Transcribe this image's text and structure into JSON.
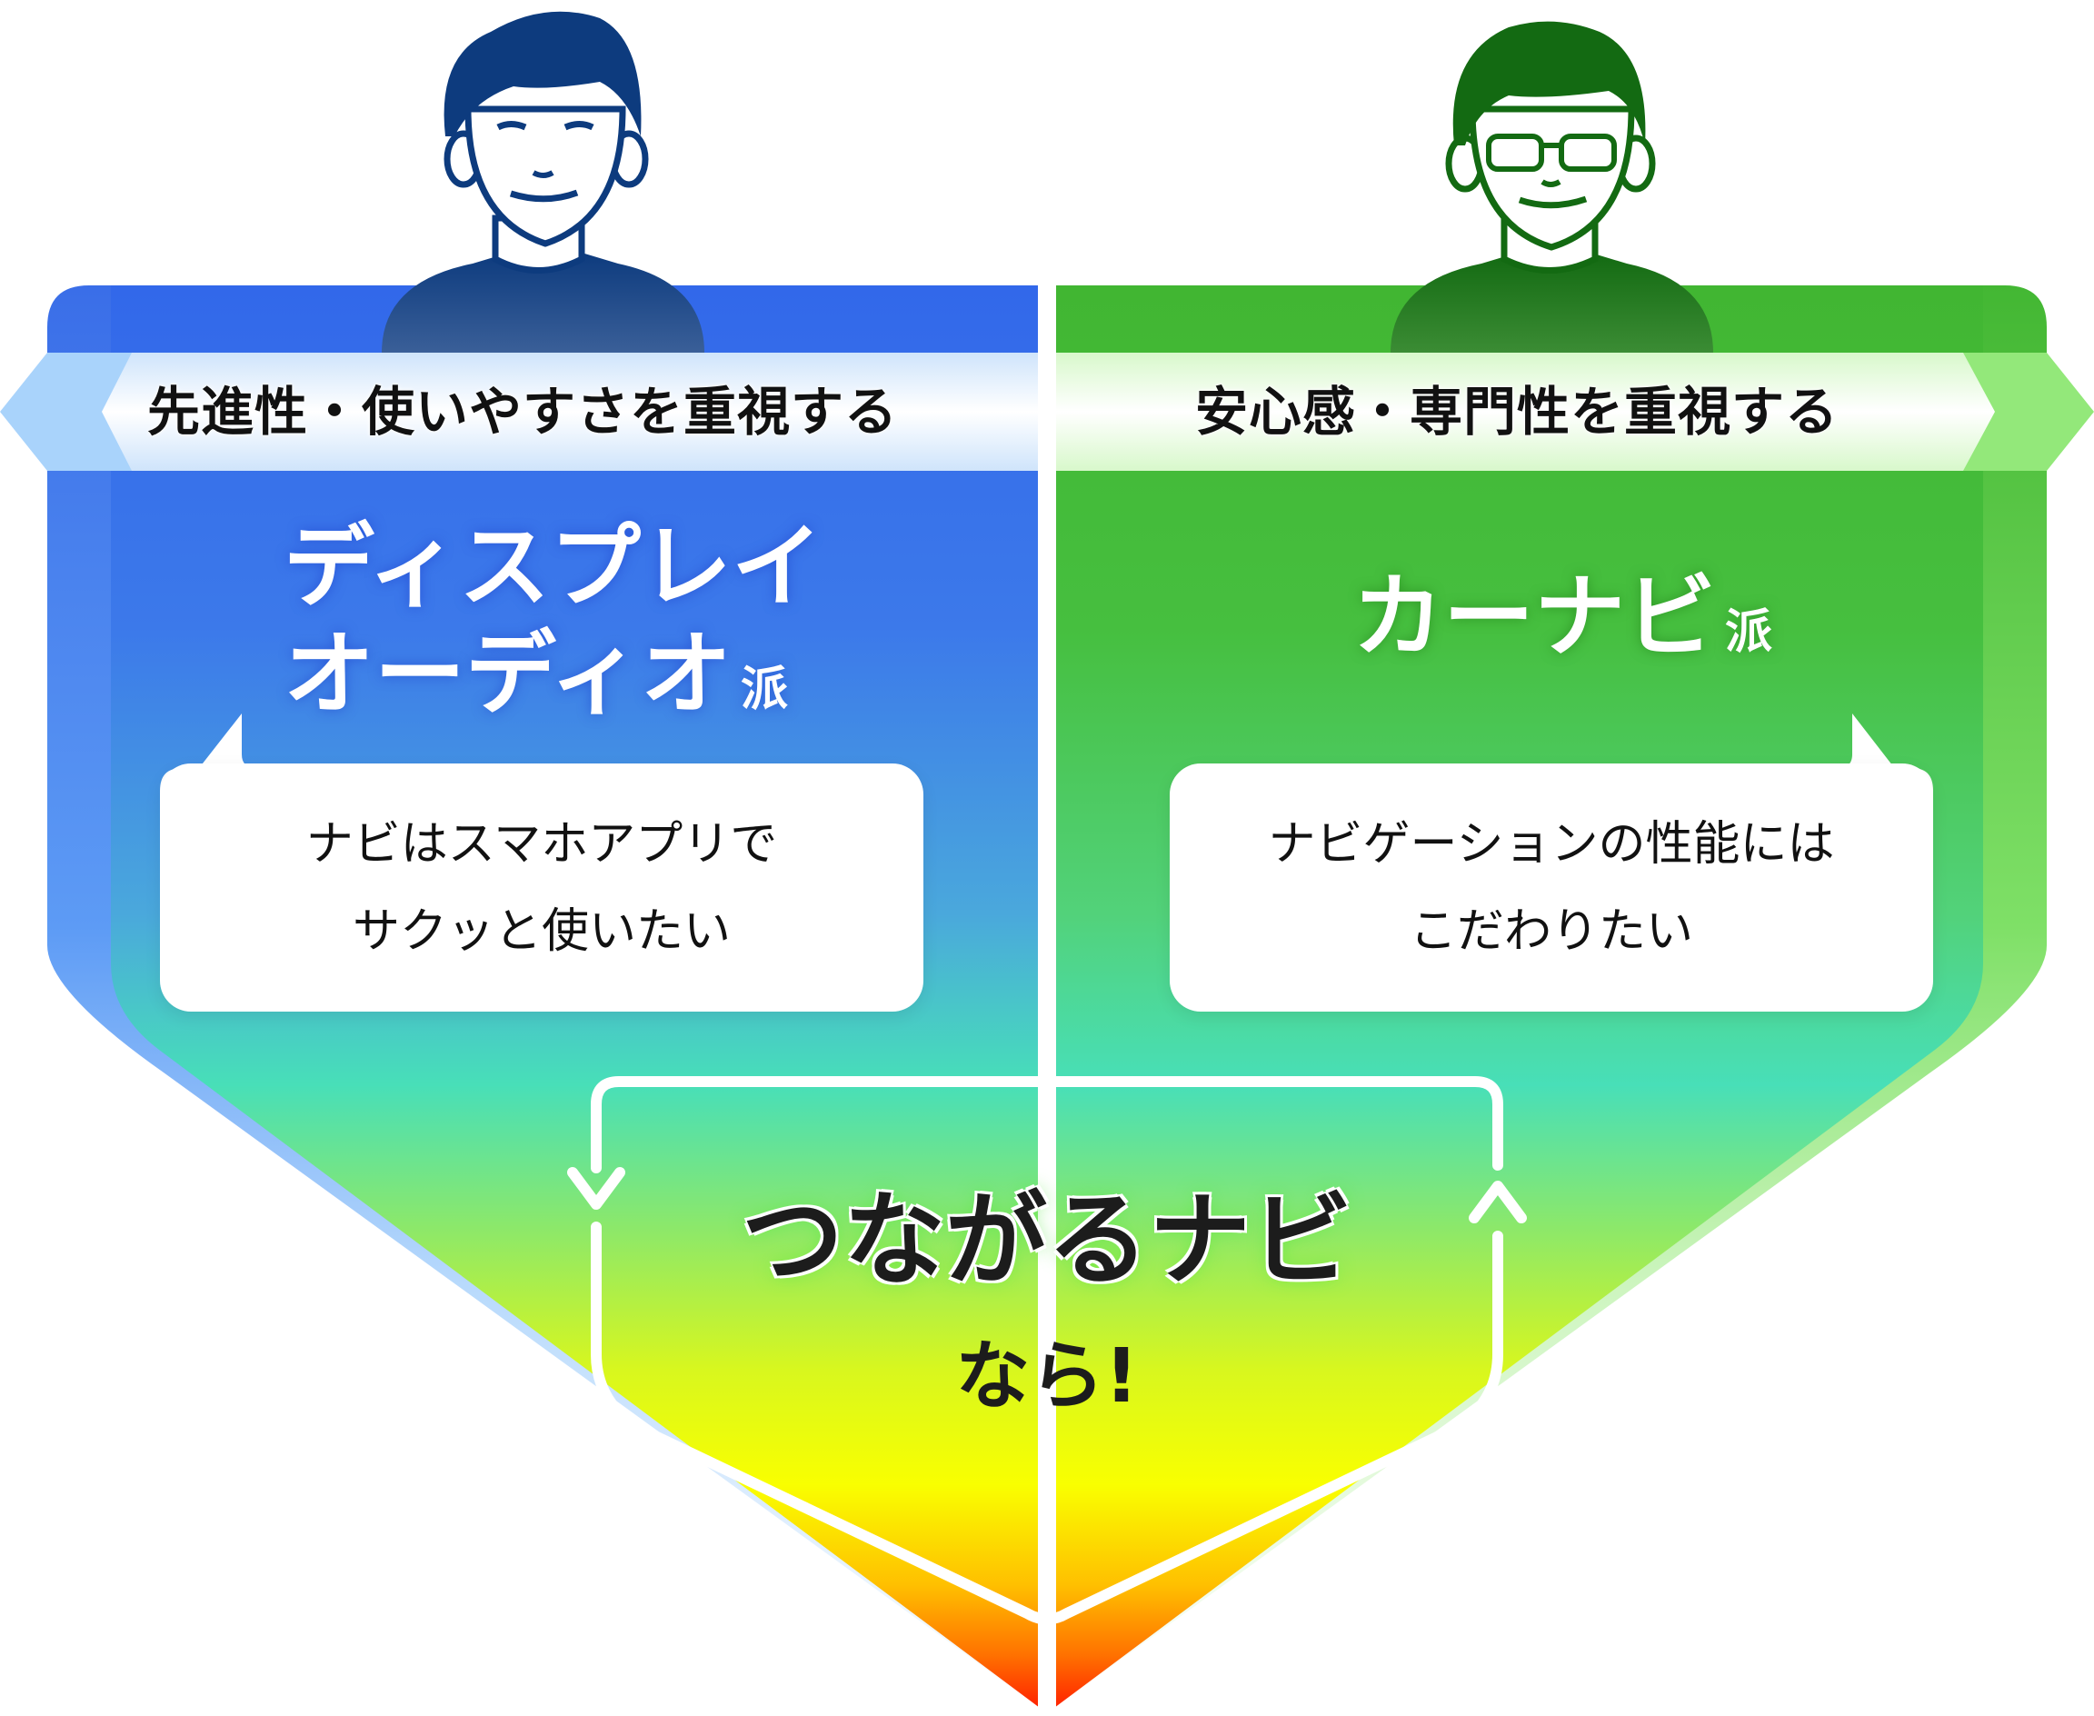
{
  "colors": {
    "blue_panel_top": "#3a6ee8",
    "blue_persona": "#0d3b7e",
    "green_panel_top": "#43b733",
    "green_persona": "#136a12",
    "teal_mid": "#48dfb8",
    "yellow": "#f9ff00",
    "orange": "#ff8a00",
    "red_tip": "#ff1a00"
  },
  "left": {
    "persona": "person-icon",
    "ribbon_label": "先進性・使いやすさを重視する",
    "title_line1": "ディスプレイ",
    "title_line2": "オーディオ",
    "title_suffix": "派",
    "bubble_line1": "ナビはスマホアプリで",
    "bubble_line2": "サクッと使いたい"
  },
  "right": {
    "persona": "person-with-glasses-icon",
    "ribbon_label": "安心感・専門性を重視する",
    "title_line1": "カーナビ",
    "title_suffix": "派",
    "bubble_line1": "ナビゲーションの性能には",
    "bubble_line2": "こだわりたい"
  },
  "center": {
    "title": "つながるナビ",
    "subtitle": "なら!",
    "loop_icon": "cycle-arrows-icon"
  }
}
